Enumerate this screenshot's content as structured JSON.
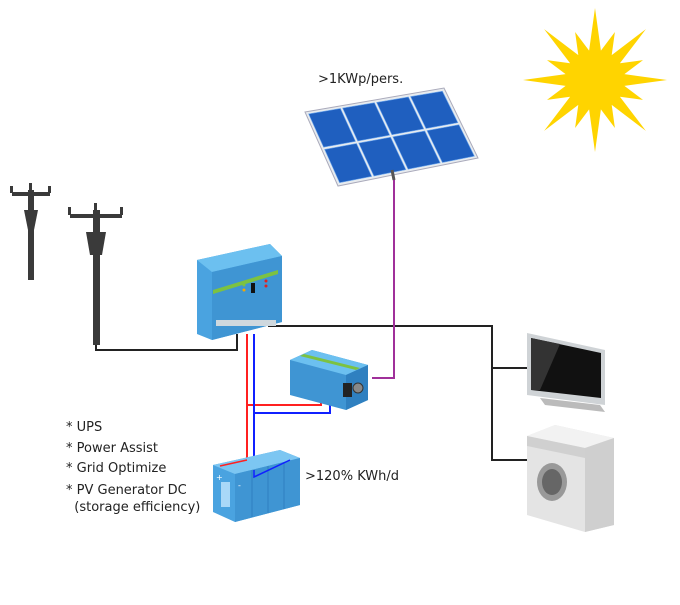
{
  "labels": {
    "pv_capacity": ">1KWp/pers.",
    "storage_capacity": ">120% KWh/d"
  },
  "features": [
    "* UPS",
    "* Power Assist",
    "* Grid Optimize",
    "* PV Generator DC",
    "  (storage efficiency)"
  ],
  "colors": {
    "sun": "#ffd400",
    "device_blue": "#4aa3e0",
    "ac_line": "#222222",
    "dc_positive": "#ff2020",
    "dc_negative": "#1020ff",
    "pv_line": "#a0309a"
  }
}
